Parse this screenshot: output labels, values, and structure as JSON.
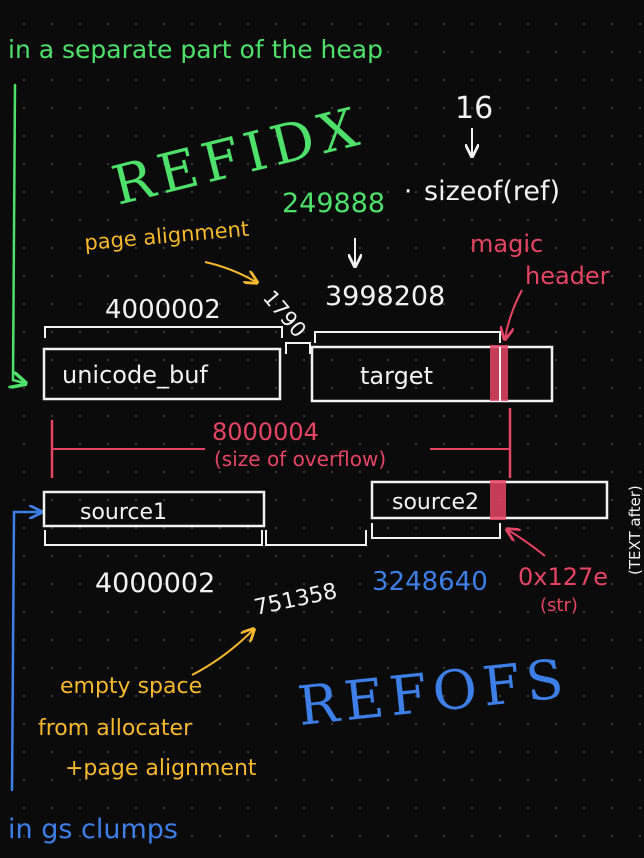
{
  "colors": {
    "background": "#0b0b0b",
    "white": "#f2f2f2",
    "green": "#4ee06a",
    "blue": "#3d7fe6",
    "yellow": "#f5b82e",
    "red": "#e54565"
  },
  "top_note": "in a separate part of the heap",
  "refidx": {
    "title": "REFIDX",
    "sixteen": "16",
    "count": "249888",
    "dot": "·",
    "sizeof": "sizeof(ref)",
    "result": "3998208"
  },
  "page_alignment_label": "page alignment",
  "magic_header_label_1": "magic",
  "magic_header_label_2": "header",
  "row1": {
    "left_size": "4000002",
    "gap_size": "1790",
    "unicode_buf": "unicode_buf",
    "target": "target"
  },
  "overflow": {
    "size": "8000004",
    "note": "(size of overflow)"
  },
  "row2": {
    "source1": "source1",
    "source2": "source2",
    "left_size": "4000002",
    "gap_size": "751358",
    "right_size": "3248640",
    "hex": "0x127e",
    "str": "(str)",
    "side_note": "(TEXT after)"
  },
  "empty_space": {
    "line1": "empty space",
    "line2": "from allocater",
    "line3": "+page alignment"
  },
  "refofs": {
    "title": "REFOFS"
  },
  "bottom_note": "in gs clumps"
}
